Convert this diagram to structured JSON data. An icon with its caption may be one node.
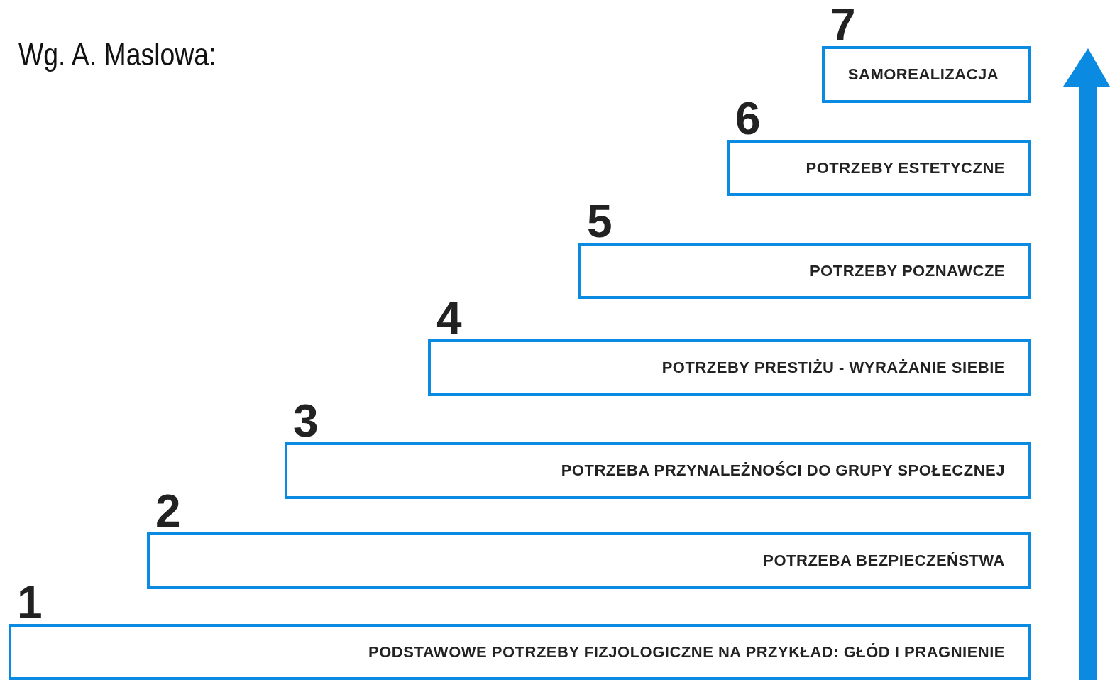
{
  "diagram": {
    "title": "Wg. A. Maslowa:",
    "nodes": [
      {
        "text": [
          "SAMOREALIZACJA"
        ],
        "beside": [
          "7"
        ]
      },
      {
        "text": [
          "POTRZEBY ESTETYCZNE"
        ],
        "beside": [
          "6"
        ]
      },
      {
        "text": [
          "POTRZEBY POZNAWCZE"
        ],
        "beside": [
          "5"
        ]
      },
      {
        "text": [
          "POTRZEBY PRESTIŻU - WYRAŻANIE SIEBIE"
        ],
        "beside": [
          "4"
        ]
      },
      {
        "text": [
          "POTRZEBA PRZYNALEŻNOŚCI DO GRUPY SPOŁECZNEJ"
        ],
        "beside": [
          "3"
        ]
      },
      {
        "text": [
          "POTRZEBA BEZPIECZEŃSTWA"
        ],
        "beside": [
          "2"
        ]
      },
      {
        "text": [
          "PODSTAWOWE POTRZEBY FIZJOLOGICZNE NA PRZYKŁAD: GŁÓD I PRAGNIENIE"
        ],
        "beside": [
          "1"
        ]
      }
    ],
    "edges": []
  }
}
